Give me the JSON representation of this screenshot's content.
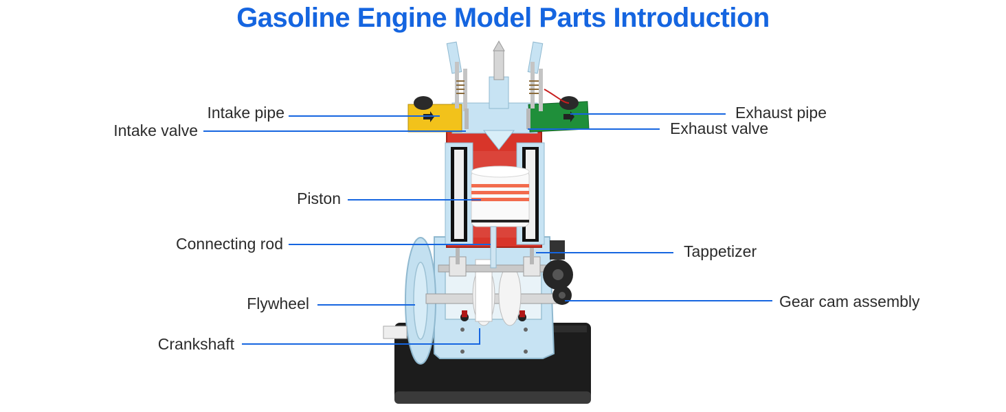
{
  "title": "Gasoline Engine Model Parts Introduction",
  "labels": {
    "intake_pipe": "Intake pipe",
    "intake_valve": "Intake valve",
    "exhaust_pipe": "Exhaust pipe",
    "exhaust_valve": "Exhaust valve",
    "piston": "Piston",
    "connecting_rod": "Connecting rod",
    "tappetizer": "Tappetizer",
    "flywheel": "Flywheel",
    "gear_cam_assembly": "Gear cam assembly",
    "crankshaft": "Crankshaft"
  },
  "colors": {
    "title": "#1565e0",
    "leader_line": "#1565e0",
    "frame": "#bfe0f2",
    "cylinder": "#d8352a",
    "intake_pipe": "#f2c21b",
    "exhaust_pipe": "#1f8f3a",
    "base": "#1c1c1c"
  }
}
